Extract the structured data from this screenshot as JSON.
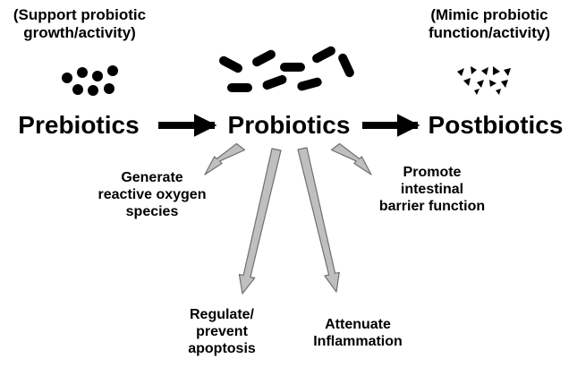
{
  "colors": {
    "text": "#000000",
    "shape": "#000000",
    "arrow_main": "#000000",
    "arrow_effect_fill": "#bfbfbf",
    "arrow_effect_stroke": "#6f6f6f",
    "background": "#ffffff"
  },
  "notes": {
    "prebiotics": [
      "(Support probiotic",
      "growth/activity)"
    ],
    "postbiotics": [
      "(Mimic probiotic",
      "function/activity)"
    ]
  },
  "stages": {
    "prebiotics": "Prebiotics",
    "probiotics": "Probiotics",
    "postbiotics": "Postbiotics"
  },
  "icons": {
    "prebiotics": "black-dots-icon",
    "probiotics": "rod-bacteria-icon",
    "postbiotics": "cell-fragments-icon"
  },
  "effects": {
    "ros": [
      "Generate",
      "reactive oxygen",
      "species"
    ],
    "barrier": [
      "Promote",
      "intestinal",
      "barrier function"
    ],
    "apoptosis": [
      "Regulate/",
      "prevent",
      "apoptosis"
    ],
    "inflammation": [
      "Attenuate",
      "Inflammation"
    ]
  }
}
